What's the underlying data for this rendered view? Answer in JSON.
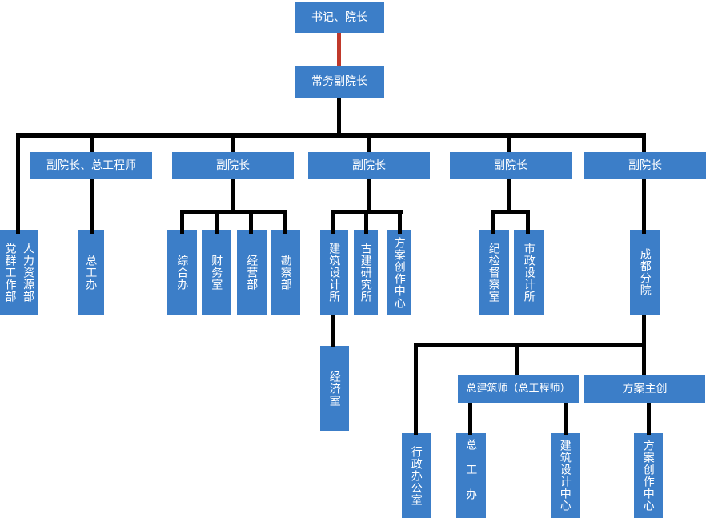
{
  "diagram": {
    "type": "org-chart",
    "background": "#ffffff",
    "colors": {
      "node_fill": "#3C7EC8",
      "node_text": "#ffffff",
      "connector": "#000000",
      "top_connector_red": "#C0392B"
    }
  },
  "nodes": {
    "secretary_dean": {
      "label": "书记、院长"
    },
    "exec_vice_dean": {
      "label": "常务副院长"
    },
    "vd_chief_eng": {
      "label": "副院长、总工程师"
    },
    "vd1": {
      "label": "副院长"
    },
    "vd2": {
      "label": "副院长"
    },
    "vd3": {
      "label": "副院长"
    },
    "vd4": {
      "label": "副院长"
    },
    "party_mass": {
      "label": "党群工作部"
    },
    "hr": {
      "label": "人力资源部"
    },
    "chief_eng_office": {
      "label": "总工办"
    },
    "general_office": {
      "label": "综合办"
    },
    "finance": {
      "label": "财务室"
    },
    "operations": {
      "label": "经营部"
    },
    "survey": {
      "label": "勘察部"
    },
    "arch_design_inst": {
      "label": "建筑设计所"
    },
    "ancient_arch_inst": {
      "label": "古建研究所"
    },
    "scheme_center": {
      "label": "方案创作中心"
    },
    "discipline": {
      "label": "纪检督察室"
    },
    "municipal": {
      "label": "市政设计所"
    },
    "chengdu_branch": {
      "label": "成都分院"
    },
    "economy": {
      "label": "经济室"
    },
    "chief_architect": {
      "label": "总建筑师（总工程师）"
    },
    "scheme_lead": {
      "label": "方案主创"
    },
    "admin_office": {
      "label": "行政办公室"
    },
    "chief_eng_office2": {
      "label": "总工办"
    },
    "arch_design_center": {
      "label": "建筑设计中心"
    },
    "scheme_center2": {
      "label": "方案创作中心"
    }
  },
  "edges": [
    [
      "secretary_dean",
      "exec_vice_dean"
    ],
    [
      "exec_vice_dean",
      "party_mass/hr"
    ],
    [
      "exec_vice_dean",
      "vd_chief_eng"
    ],
    [
      "exec_vice_dean",
      "vd1"
    ],
    [
      "exec_vice_dean",
      "vd2"
    ],
    [
      "exec_vice_dean",
      "vd3"
    ],
    [
      "exec_vice_dean",
      "vd4"
    ],
    [
      "vd_chief_eng",
      "chief_eng_office"
    ],
    [
      "vd1",
      "general_office"
    ],
    [
      "vd1",
      "finance"
    ],
    [
      "vd1",
      "operations"
    ],
    [
      "vd1",
      "survey"
    ],
    [
      "vd2",
      "arch_design_inst"
    ],
    [
      "vd2",
      "ancient_arch_inst"
    ],
    [
      "vd2",
      "scheme_center"
    ],
    [
      "vd3",
      "discipline"
    ],
    [
      "vd3",
      "municipal"
    ],
    [
      "vd4",
      "chengdu_branch"
    ],
    [
      "arch_design_inst",
      "economy"
    ],
    [
      "chengdu_branch",
      "admin_office"
    ],
    [
      "chengdu_branch",
      "chief_architect"
    ],
    [
      "chengdu_branch",
      "scheme_lead"
    ],
    [
      "chief_architect",
      "chief_eng_office2"
    ],
    [
      "chief_architect",
      "arch_design_center"
    ],
    [
      "scheme_lead",
      "scheme_center2"
    ]
  ]
}
